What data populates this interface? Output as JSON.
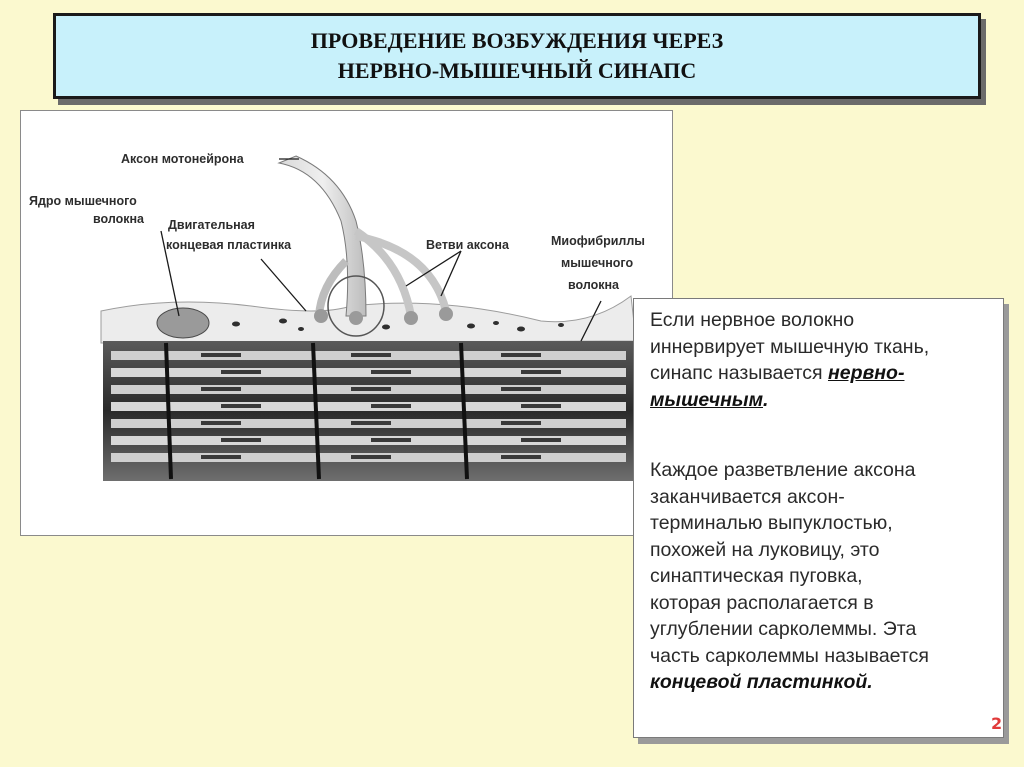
{
  "title": {
    "line1": "ПРОВЕДЕНИЕ ВОЗБУЖДЕНИЯ ЧЕРЕЗ",
    "line2": "НЕРВНО-МЫШЕЧНЫЙ СИНАПС"
  },
  "diagram": {
    "labels": {
      "axon": "Аксон мотонейрона",
      "nucleus_1": "Ядро мышечного",
      "nucleus_2": "волокна",
      "plate_1": "Двигательная",
      "plate_2": "концевая пластинка",
      "branches": "Ветви аксона",
      "myofib_1": "Миофибриллы",
      "myofib_2": "мышечного",
      "myofib_3": "волокна"
    }
  },
  "text": {
    "p1_line1": "Если нервное волокно",
    "p1_line2": "иннервирует мышечную ткань,",
    "p1_line3a": "синапс называется ",
    "p1_line3b": "нервно-",
    "p1_line4a": "мышечным",
    "p1_line4b": ".",
    "p2_line1": "Каждое разветвление аксона",
    "p2_line2": "заканчивается аксон-",
    "p2_line3": "терминалью выпуклостью,",
    "p2_line4": "похожей на луковицу, это",
    "p2_line5": "синаптическая пуговка,",
    "p2_line6": "которая располагается в",
    "p2_line7": "углублении сарколеммы. Эта",
    "p2_line8": "часть сарколеммы называется",
    "p2_line9a": "концевой пластинкой",
    "p2_line9b": "."
  },
  "corner_mark": "2",
  "colors": {
    "background": "#fbf9cf",
    "title_fill": "#c8f1fb",
    "accent_red": "#e13a3a"
  }
}
